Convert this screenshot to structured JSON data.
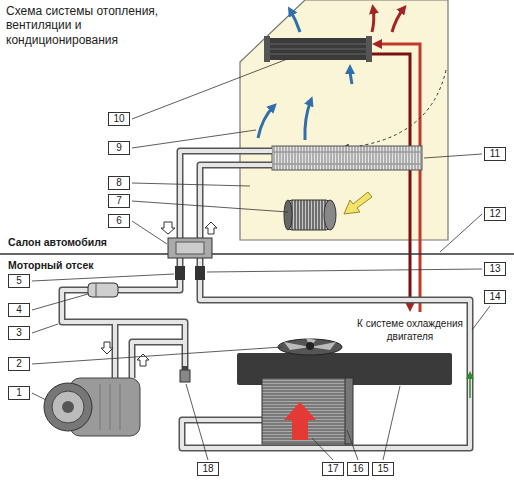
{
  "diagram": {
    "title": "Схема системы отопления, вентиляции и кондиционирования",
    "labels": [
      "Салон автомобиля",
      "Моторный отсек",
      "К системе охлаждения двигателя",
      "1",
      "2",
      "3",
      "4",
      "5",
      "6",
      "7",
      "8",
      "9",
      "10",
      "11",
      "12",
      "13",
      "14",
      "15",
      "16",
      "17",
      "18"
    ]
  }
}
